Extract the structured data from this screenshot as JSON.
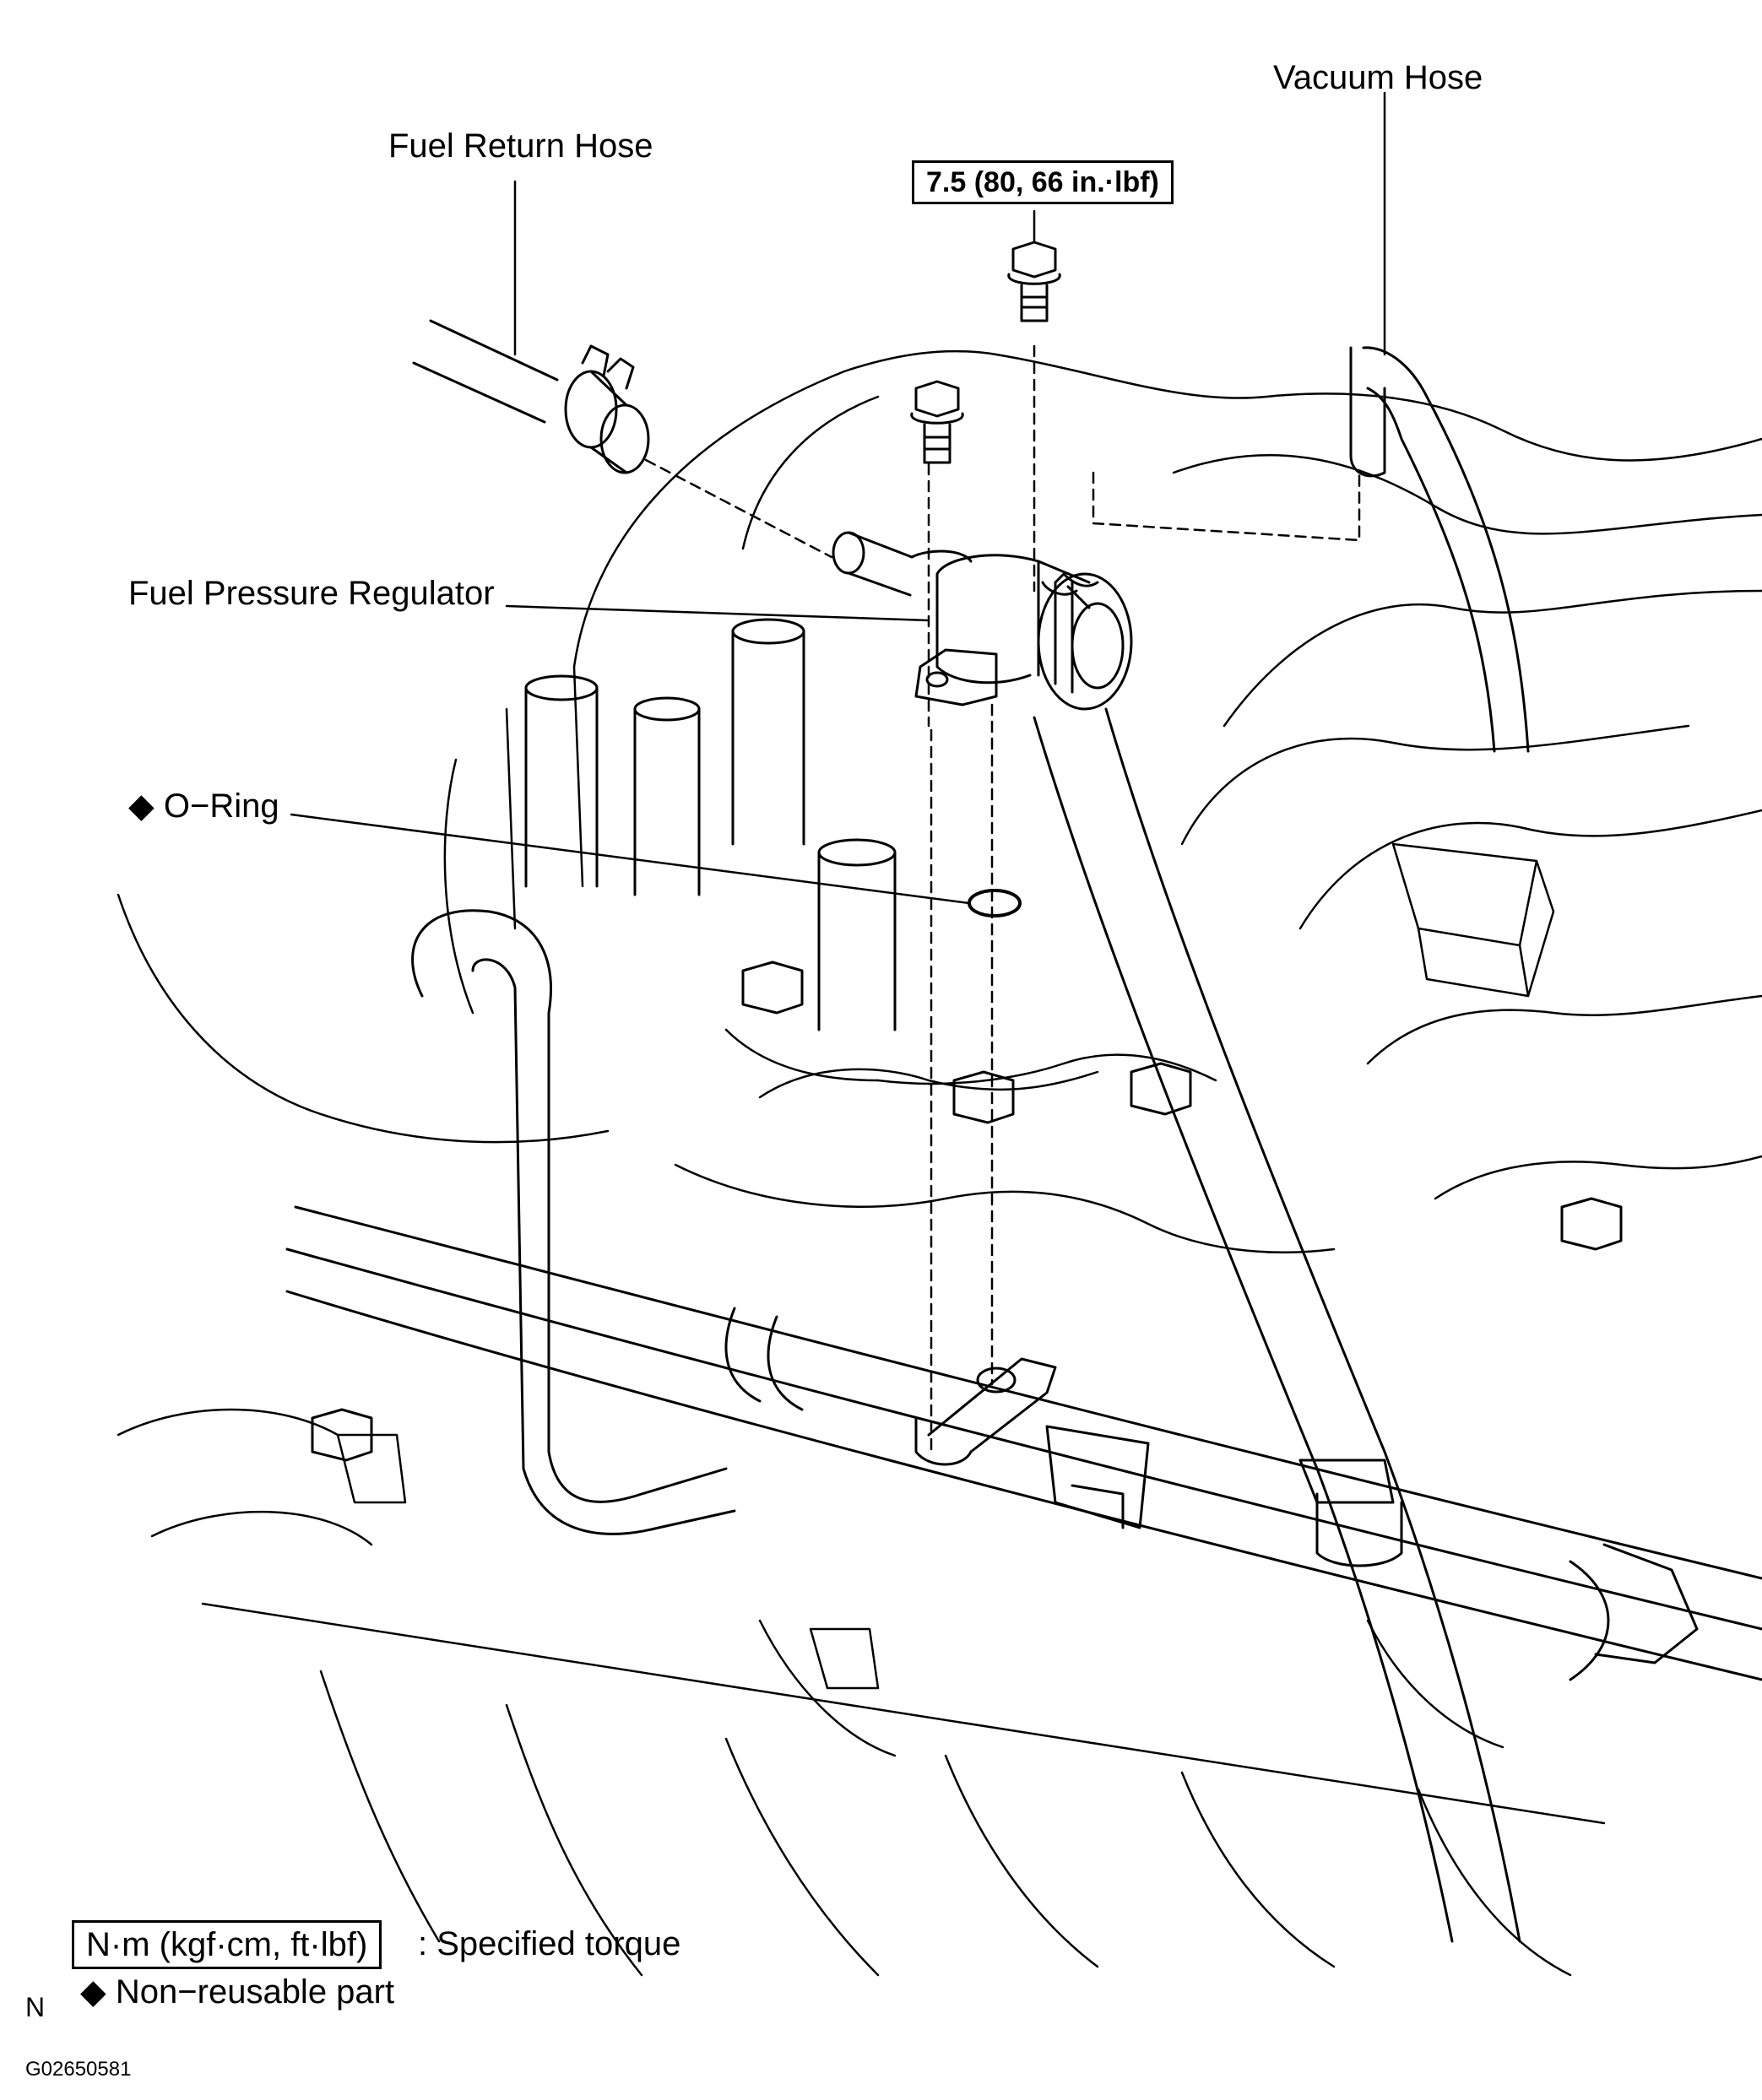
{
  "labels": {
    "vacuum_hose": "Vacuum Hose",
    "fuel_return_hose": "Fuel Return Hose",
    "torque_spec": "7.5 (80, 66 in.·lbf)",
    "fuel_pressure_regulator": "Fuel Pressure Regulator",
    "o_ring": "O−Ring",
    "o_ring_marker": "◆"
  },
  "legend": {
    "torque_units": "N·m (kgf·cm, ft·lbf)",
    "torque_desc": ": Specified torque",
    "nonreusable_marker": "◆",
    "nonreusable_desc": "Non−reusable part"
  },
  "footer": {
    "north": "N",
    "figure_id": "G02650581"
  },
  "icons": {
    "nonreusable": "diamond-icon",
    "bolt": "bolt-icon",
    "regulator": "fuel-pressure-regulator-icon",
    "o_ring": "o-ring-icon"
  },
  "colors": {
    "ink": "#000000",
    "paper": "#ffffff"
  }
}
